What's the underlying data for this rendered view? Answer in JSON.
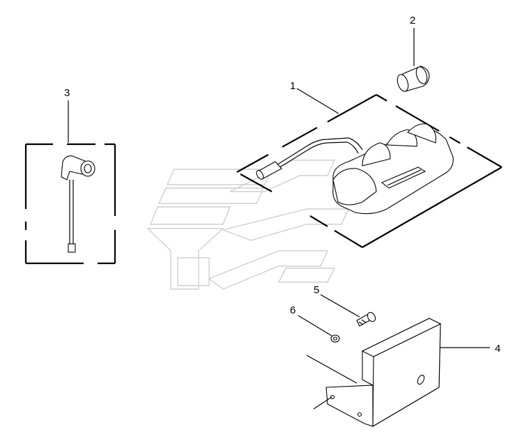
{
  "diagram": {
    "callouts": [
      {
        "id": "c1",
        "label": "1"
      },
      {
        "id": "c2",
        "label": "2"
      },
      {
        "id": "c3",
        "label": "3"
      },
      {
        "id": "c4",
        "label": "4"
      },
      {
        "id": "c5",
        "label": "5"
      },
      {
        "id": "c6",
        "label": "6"
      }
    ],
    "colors": {
      "line": "#000000",
      "watermark": "#cfcfcf",
      "background": "#ffffff"
    }
  }
}
